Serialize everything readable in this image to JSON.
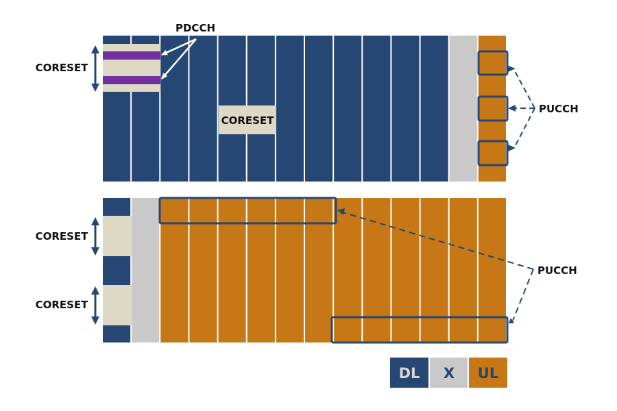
{
  "colors": {
    "DL": "#264673",
    "X": "#C9C9C9",
    "UL": "#C57815",
    "coreset": "#DED9C4",
    "pdcch": "#7030A0",
    "outline": "#264673",
    "legend_text_light": "#D6D6D6",
    "legend_text_dark": "#264673"
  },
  "slot_top": {
    "symbols": [
      "DL",
      "DL",
      "DL",
      "DL",
      "DL",
      "DL",
      "DL",
      "DL",
      "DL",
      "DL",
      "DL",
      "DL",
      "X",
      "UL"
    ],
    "labels": {
      "coreset_side": "CORESET",
      "coreset_middle": "CORESET",
      "pdcch": "PDCCH",
      "pucch": "PUCCH"
    }
  },
  "slot_bottom": {
    "symbols": [
      "DL",
      "X",
      "UL",
      "UL",
      "UL",
      "UL",
      "UL",
      "UL",
      "UL",
      "UL",
      "UL",
      "UL",
      "UL",
      "UL"
    ],
    "labels": {
      "coreset_1": "CORESET",
      "coreset_2": "CORESET",
      "pucch": "PUCCH"
    }
  },
  "legend": [
    {
      "key": "DL",
      "label": "DL"
    },
    {
      "key": "X",
      "label": "X"
    },
    {
      "key": "UL",
      "label": "UL"
    }
  ]
}
